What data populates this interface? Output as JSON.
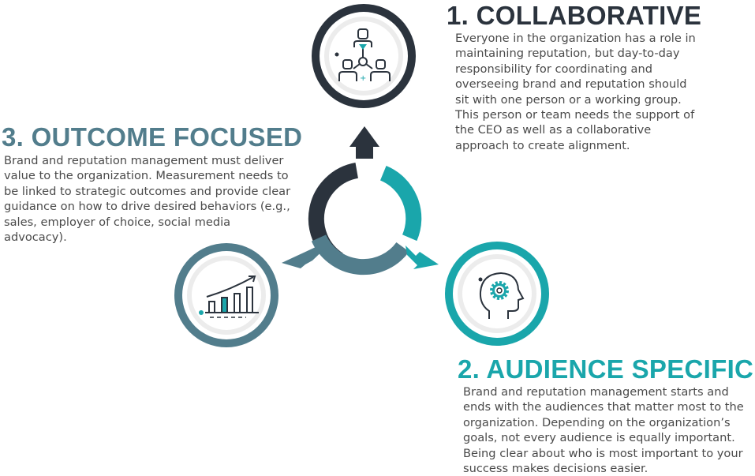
{
  "colors": {
    "dark": "#2b333d",
    "teal": "#1aa6ab",
    "slate": "#527d8c",
    "ring_inner": "#ececec"
  },
  "sections": {
    "collaborative": {
      "heading": "1. COLLABORATIVE",
      "text": "Everyone in the organization has a role in maintaining reputation, but day-to-day responsibility for coordinating and overseeing brand and reputation should sit with one person or a working group. This person or team needs the support of the CEO as well as a collaborative approach to create alignment.",
      "icon": "people-network-icon"
    },
    "audience_specific": {
      "heading": "2. AUDIENCE SPECIFIC",
      "text": "Brand and reputation management starts and ends with the audiences that matter most to the organization. Depending on the organization’s goals, not every audience is equally important. Being clear about who is most important to your success makes decisions easier.",
      "icon": "head-gear-icon"
    },
    "outcome_focused": {
      "heading": "3. OUTCOME FOCUSED",
      "text": "Brand and reputation management must deliver value to the organization. Measurement needs to be linked to strategic outcomes and provide clear guidance on how to drive desired behaviors (e.g., sales, employer of choice, social media advocacy).",
      "icon": "growth-chart-icon"
    }
  }
}
